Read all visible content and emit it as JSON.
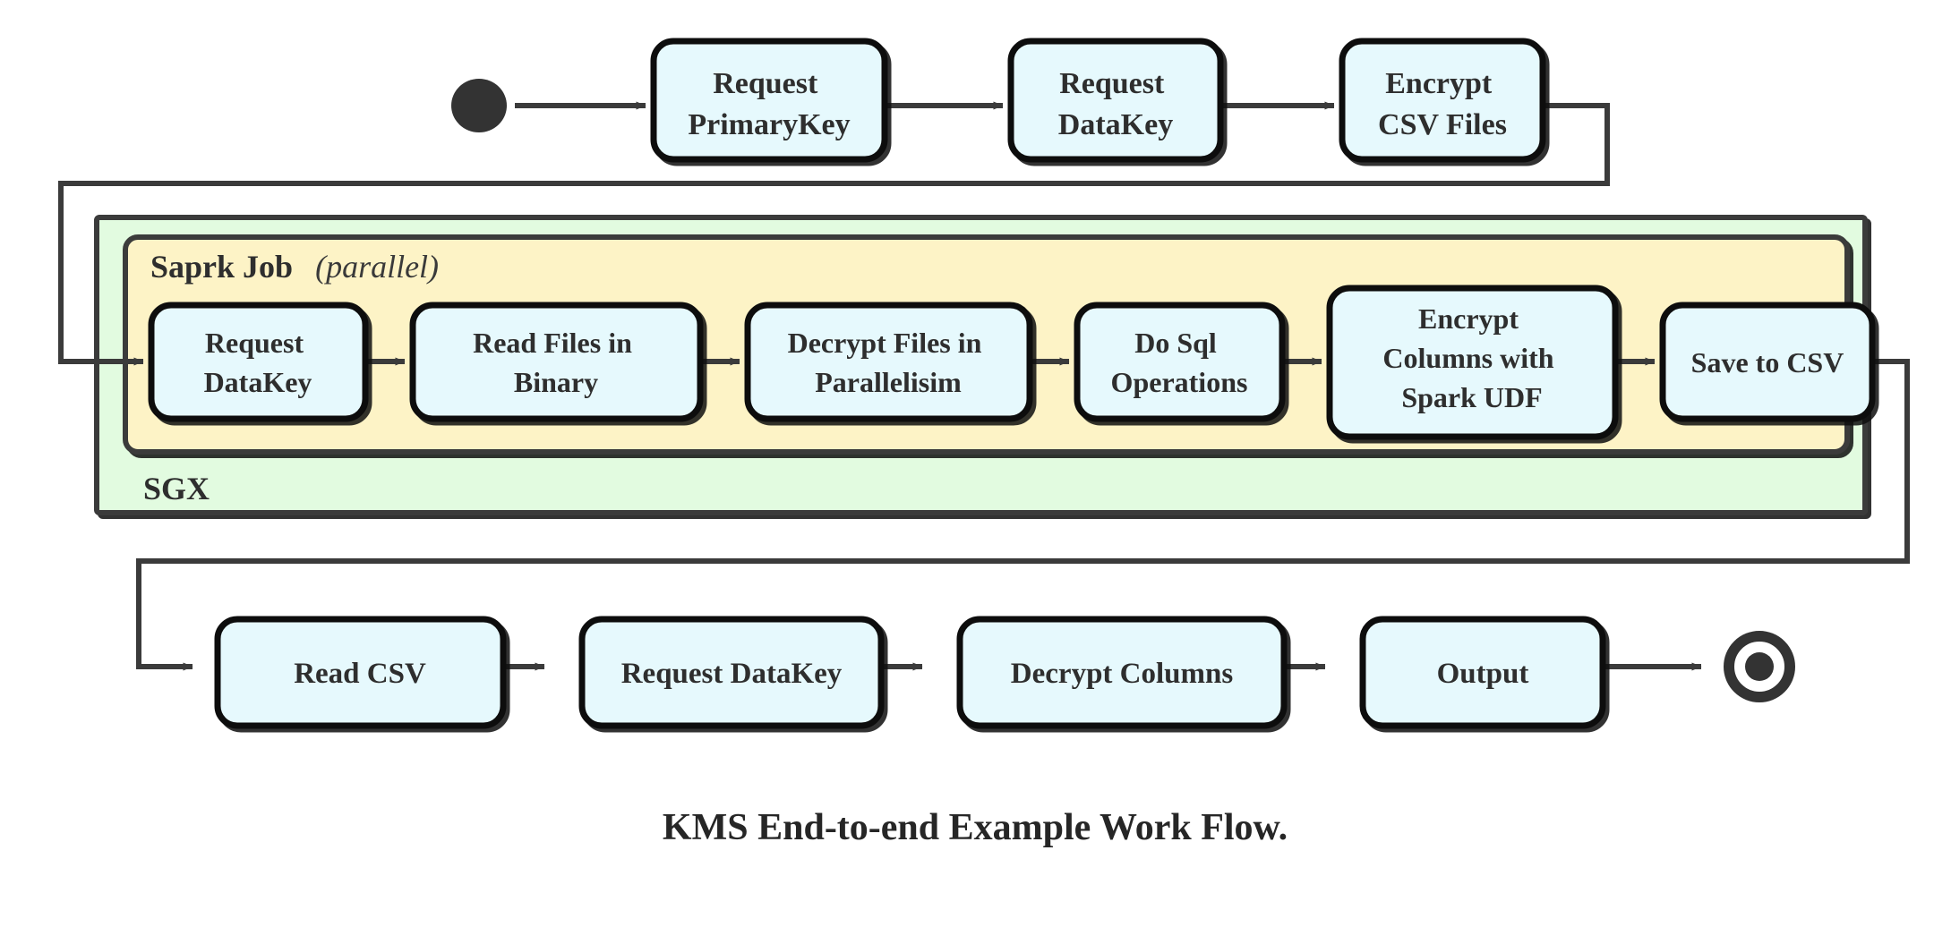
{
  "figure": {
    "caption": "KMS End-to-end Example Work Flow.",
    "type": "activity-flow-diagram"
  },
  "colors": {
    "node_fill": "#e6f9fd",
    "node_stroke": "#0d0d0d",
    "sgx_fill": "#e2fbe0",
    "spark_fill": "#fdf3c6",
    "container_stroke": "#3b3b3b",
    "arrow": "#3b3b3b",
    "text": "#2e2e2e",
    "page_background": "#ffffff"
  },
  "nodes": {
    "start": {
      "name": "start-node",
      "shape": "filled-circle"
    },
    "end": {
      "name": "end-node",
      "shape": "double-circle"
    },
    "row_top": [
      {
        "id": "request-primarykey",
        "line1": "Request",
        "line2": "PrimaryKey"
      },
      {
        "id": "request-datakey-top",
        "line1": "Request",
        "line2": "DataKey"
      },
      {
        "id": "encrypt-csv-files",
        "line1": "Encrypt",
        "line2": "CSV Files"
      }
    ],
    "row_spark": [
      {
        "id": "request-datakey-spark",
        "line1": "Request",
        "line2": "DataKey"
      },
      {
        "id": "read-files-in-binary",
        "line1": "Read Files in",
        "line2": "Binary"
      },
      {
        "id": "decrypt-files-in-parallelisim",
        "line1": "Decrypt Files in",
        "line2": "Parallelisim"
      },
      {
        "id": "do-sql-operations",
        "line1": "Do Sql",
        "line2": "Operations"
      },
      {
        "id": "encrypt-columns-with-spark-udf",
        "line1": "Encrypt",
        "line2": "Columns with",
        "line3": "Spark UDF"
      },
      {
        "id": "save-to-csv",
        "line1": "Save to CSV"
      }
    ],
    "row_bottom": [
      {
        "id": "read-csv",
        "line1": "Read CSV"
      },
      {
        "id": "request-datakey-bottom",
        "line1": "Request DataKey"
      },
      {
        "id": "decrypt-columns",
        "line1": "Decrypt Columns"
      },
      {
        "id": "output",
        "line1": "Output"
      }
    ]
  },
  "containers": {
    "sgx": {
      "id": "sgx-container",
      "label": "SGX"
    },
    "spark": {
      "id": "spark-job-container",
      "label": "Saprk Job",
      "modifier": "(parallel)"
    }
  }
}
